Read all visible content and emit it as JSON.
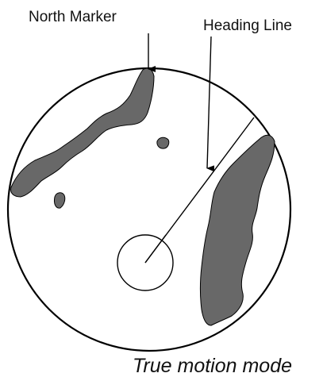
{
  "labels": {
    "north_marker": "North Marker",
    "heading_line": "Heading Line",
    "mode": "True motion mode"
  },
  "colors": {
    "land": "#686868",
    "line": "#000000",
    "background": "#ffffff"
  }
}
